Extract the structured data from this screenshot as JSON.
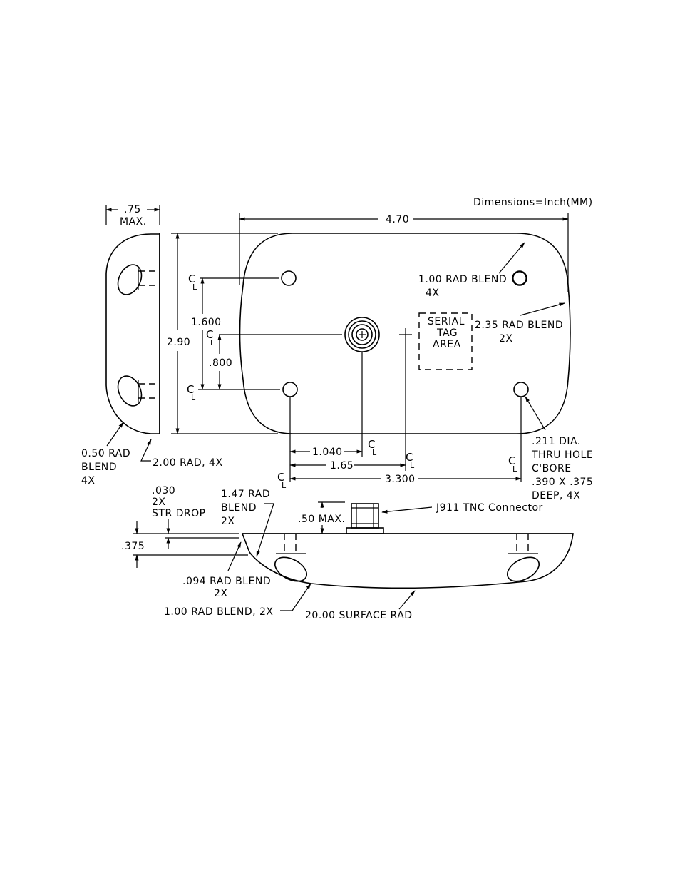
{
  "units_note": "Dimensions=Inch(MM)",
  "side_view": {
    "thickness_top": ".75",
    "thickness_bottom": "MAX.",
    "blend_small_1": "0.50 RAD",
    "blend_small_2": "BLEND",
    "blend_small_3": "4X",
    "edge_radius": "2.00 RAD, 4X"
  },
  "top_view": {
    "overall_width": "4.70",
    "overall_height": "2.90",
    "hole_spacing_v": "1.600",
    "half_spacing": ".800",
    "corner_blend_1": "1.00 RAD BLEND",
    "corner_blend_2": "4X",
    "side_blend_1": "2.35 RAD BLEND",
    "side_blend_2": "2X",
    "tag_1": "SERIAL",
    "tag_2": "TAG",
    "tag_3": "AREA",
    "dim_connector": "1.040",
    "dim_center": "1.65",
    "dim_holes": "3.300",
    "hole_1": ".211 DIA.",
    "hole_2": "THRU HOLE",
    "hole_3": "C'BORE",
    "hole_4": ".390 X .375",
    "hole_5": "DEEP, 4X",
    "centerline_symbol": "C",
    "centerline_sub": "L"
  },
  "front_view": {
    "str_drop_1": ".030",
    "str_drop_2": "2X",
    "str_drop_3": "STR DROP",
    "rad147_1": "1.47 RAD",
    "rad147_2": "BLEND",
    "rad147_3": "2X",
    "max_height": ".50 MAX.",
    "connector": "J911 TNC Connector",
    "thickness": ".375",
    "rad094_1": ".094 RAD BLEND",
    "rad094_2": "2X",
    "rad100": "1.00 RAD BLEND, 2X",
    "surface_rad": "20.00 SURFACE RAD"
  }
}
